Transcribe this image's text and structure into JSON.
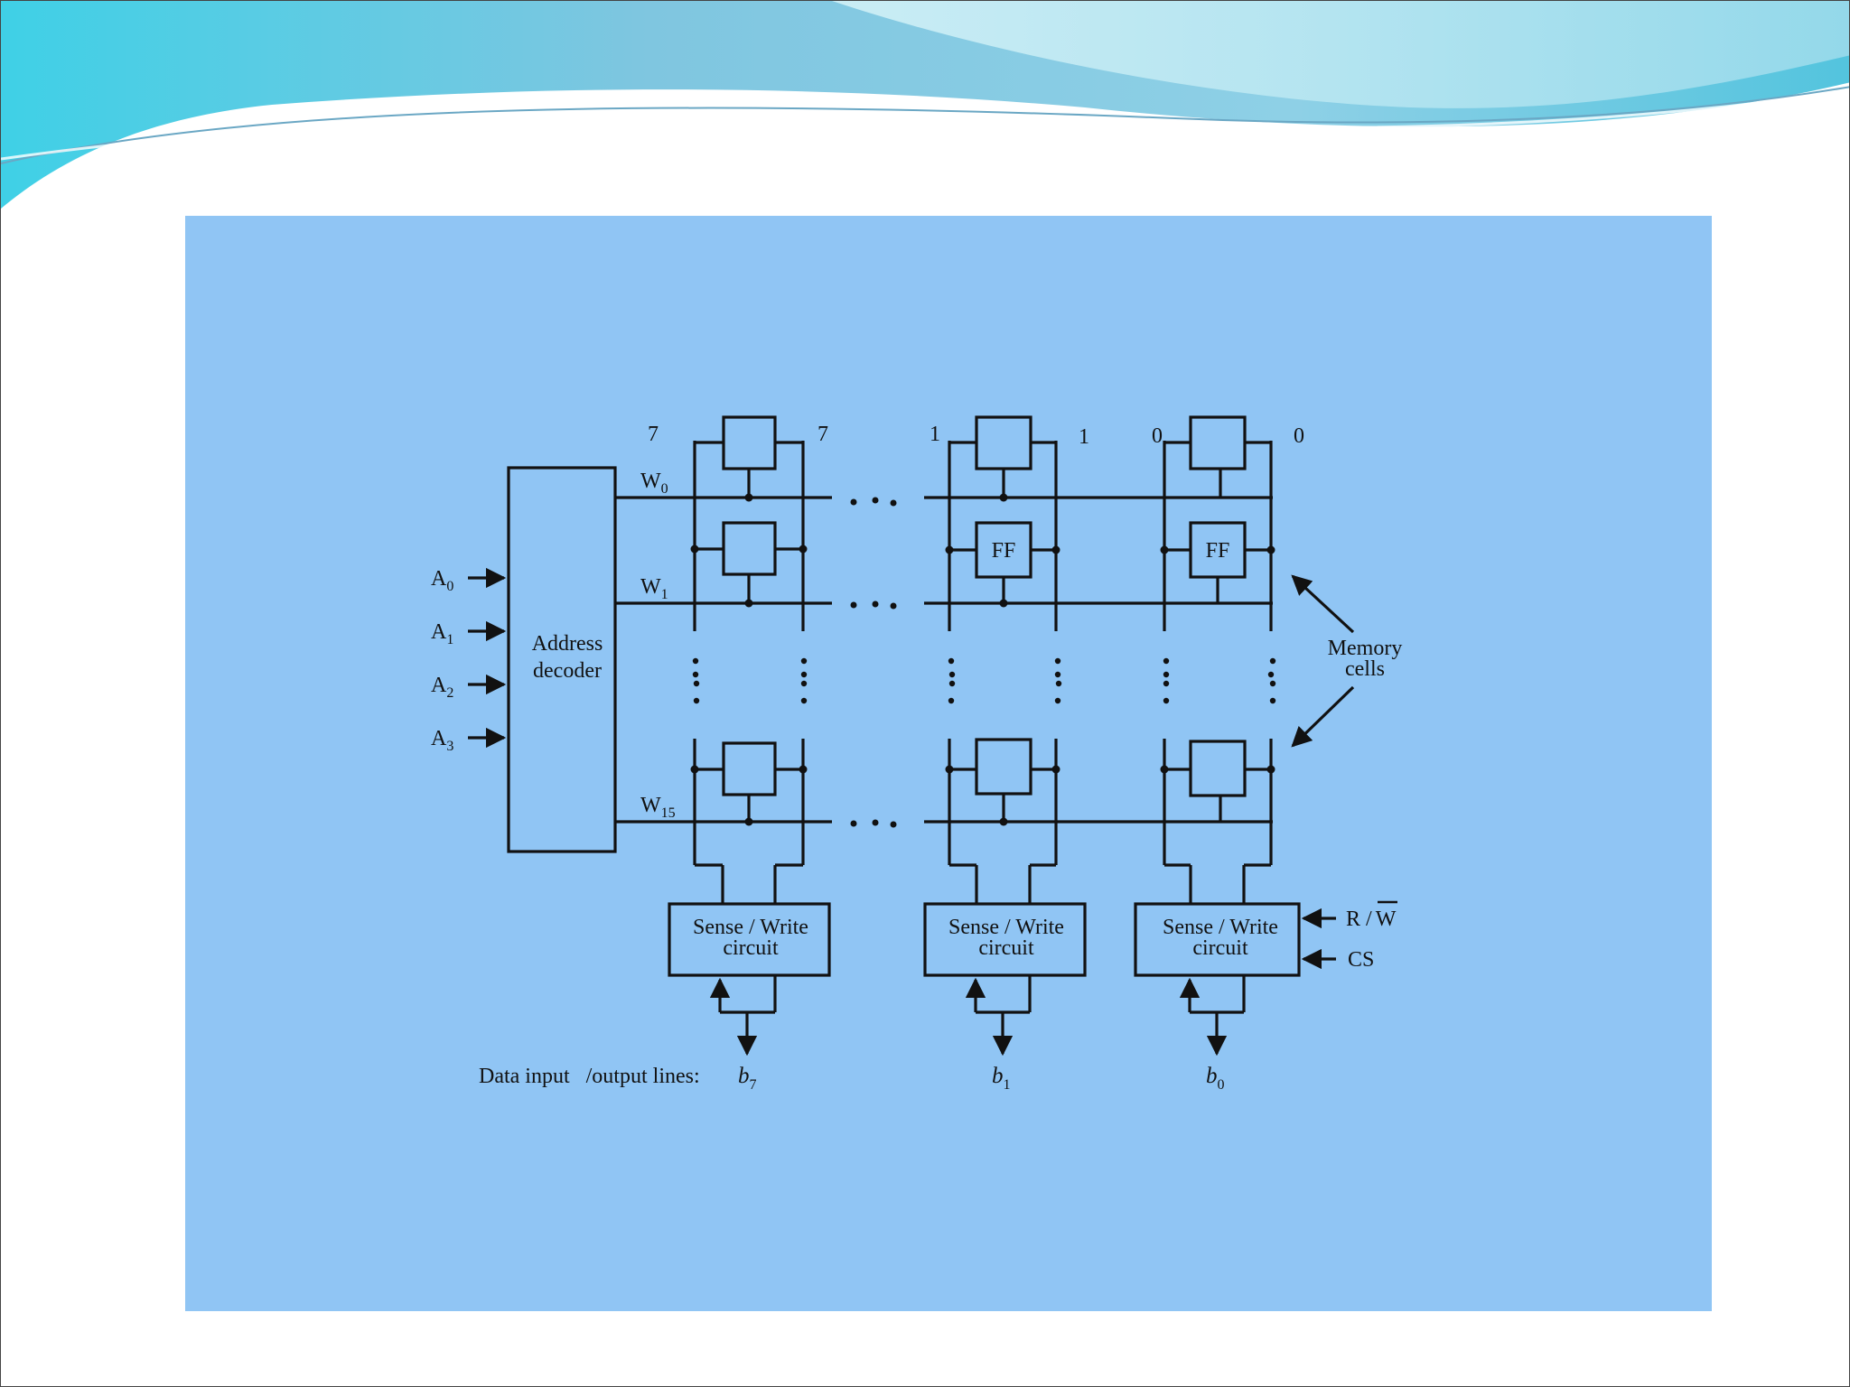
{
  "diagram": {
    "decoder": {
      "line1": "Address",
      "line2": "decoder"
    },
    "address_inputs": [
      {
        "name": "A",
        "sub": "0"
      },
      {
        "name": "A",
        "sub": "1"
      },
      {
        "name": "A",
        "sub": "2"
      },
      {
        "name": "A",
        "sub": "3"
      }
    ],
    "word_lines": [
      {
        "name": "W",
        "sub": "0"
      },
      {
        "name": "W",
        "sub": "1"
      },
      {
        "name": "W",
        "sub": "15"
      }
    ],
    "bit_columns": [
      {
        "left_label": "7",
        "right_label": "7",
        "output": "b",
        "output_sub": "7"
      },
      {
        "left_label": "1",
        "right_label": "1",
        "output": "b",
        "output_sub": "1"
      },
      {
        "left_label": "0",
        "right_label": "0",
        "output": "b",
        "output_sub": "0"
      }
    ],
    "ff_label": "FF",
    "sense_write": {
      "line1": "Sense / Write",
      "line2": "circuit"
    },
    "memory_cells": {
      "line1": "Memory",
      "line2": "cells"
    },
    "control": {
      "rw_r": "R /",
      "rw_w": "W",
      "cs": "CS"
    },
    "data_lines_label": "Data input   /output lines:"
  },
  "colors": {
    "panel": "#90c5f4",
    "ink": "#111111",
    "wave_dark": "#5ec3dc",
    "wave_light": "#a8e0ee"
  }
}
